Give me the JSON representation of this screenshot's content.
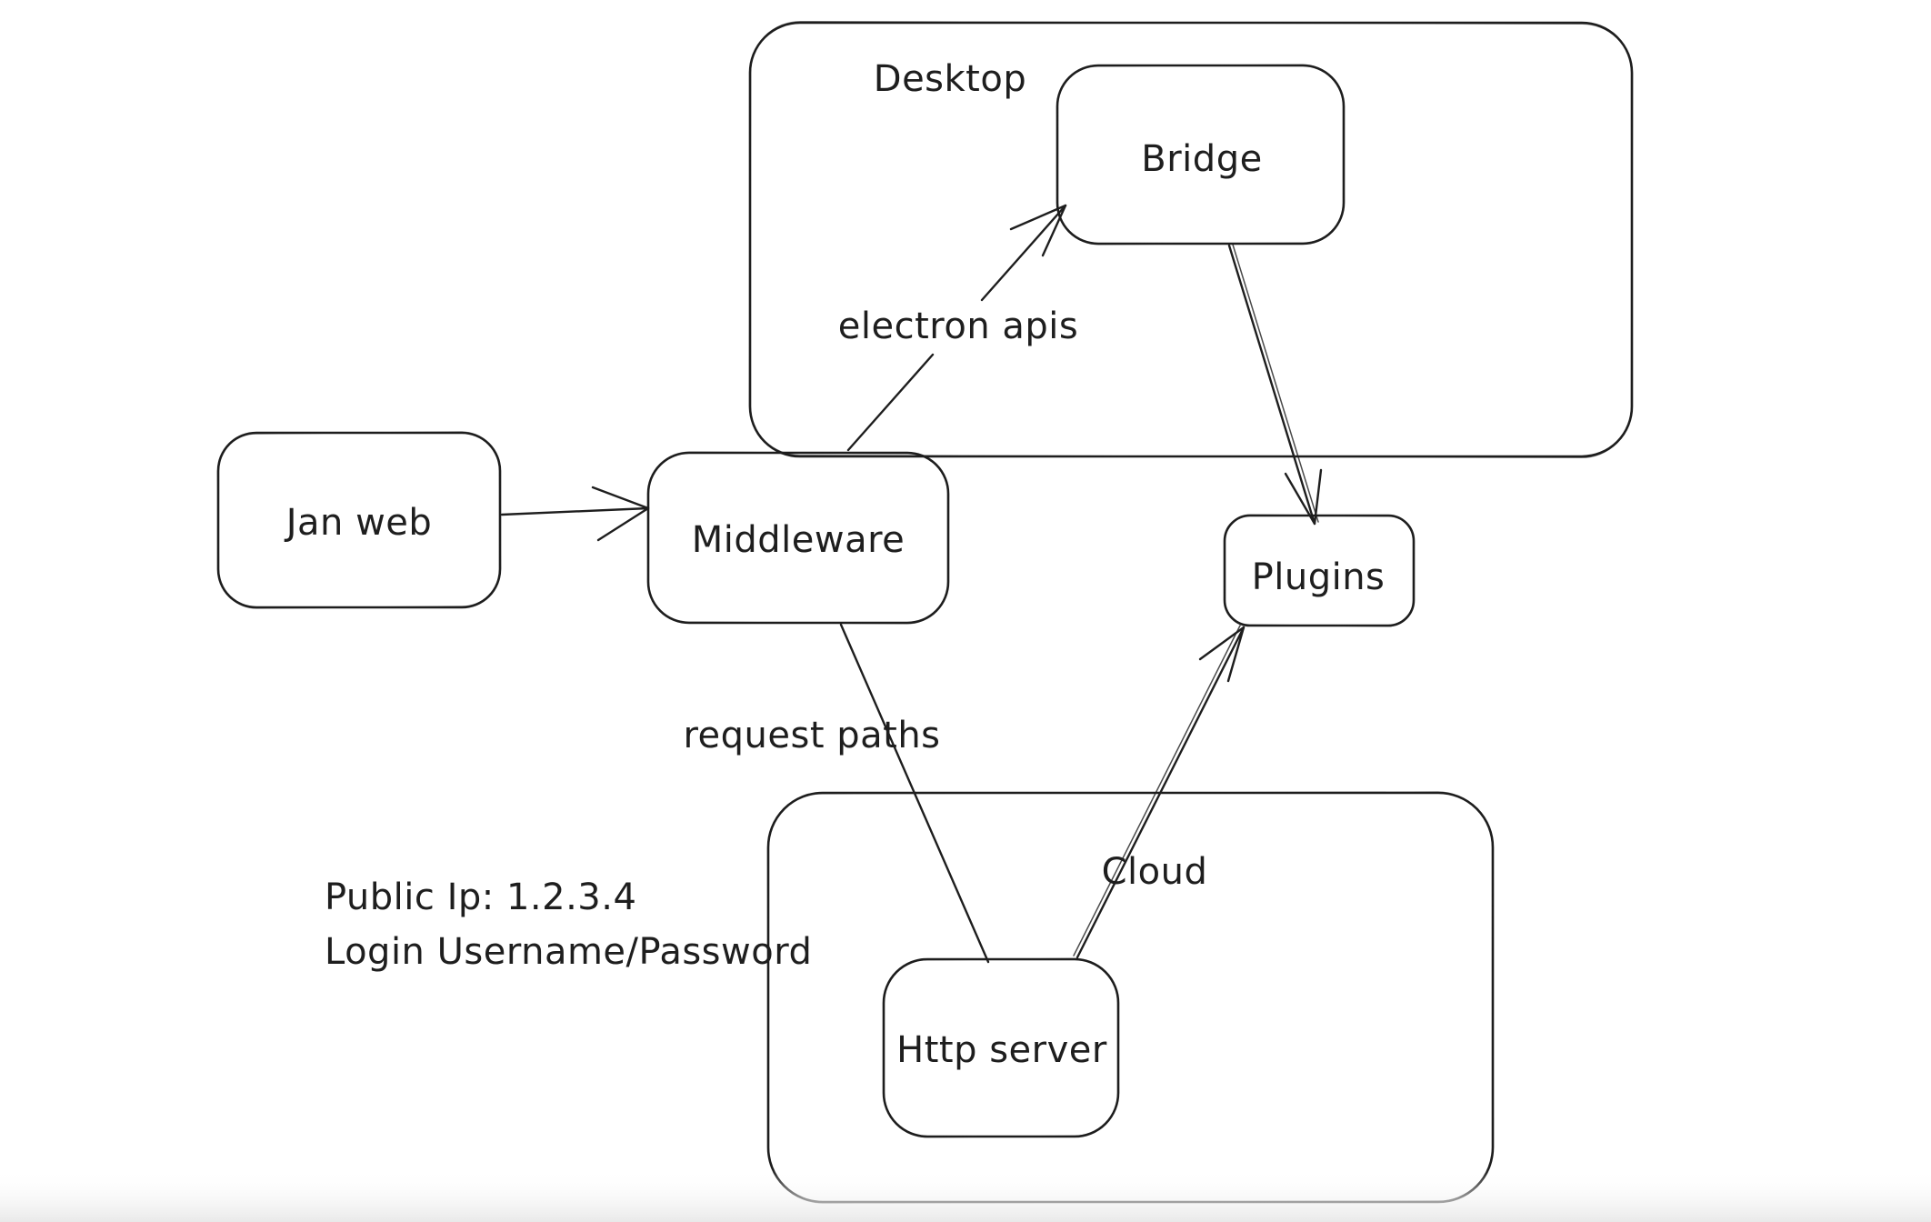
{
  "diagram": {
    "kind": "hand-drawn architecture flowchart",
    "background_color": "#ffffff",
    "stroke_color": "#1e1e1e",
    "containers": [
      {
        "id": "desktop",
        "label": "Desktop"
      },
      {
        "id": "cloud",
        "label": "Cloud"
      }
    ],
    "nodes": [
      {
        "id": "jan-web",
        "label": "Jan web"
      },
      {
        "id": "middleware",
        "label": "Middleware"
      },
      {
        "id": "bridge",
        "label": "Bridge"
      },
      {
        "id": "plugins",
        "label": "Plugins"
      },
      {
        "id": "http-server",
        "label": "Http server"
      }
    ],
    "edges": [
      {
        "id": "jan-web-to-middleware",
        "from": "Jan web",
        "to": "Middleware",
        "label": "",
        "arrowhead": "end"
      },
      {
        "id": "middleware-to-bridge",
        "from": "Middleware",
        "to": "Bridge",
        "label": "electron apis",
        "arrowhead": "end"
      },
      {
        "id": "bridge-to-plugins",
        "from": "Bridge",
        "to": "Plugins",
        "label": "",
        "arrowhead": "end"
      },
      {
        "id": "middleware-to-http-server",
        "from": "Middleware",
        "to": "Http server",
        "label": "request paths",
        "arrowhead": "none"
      },
      {
        "id": "http-server-to-plugins",
        "from": "Http server",
        "to": "Plugins",
        "label": "",
        "arrowhead": "end"
      }
    ],
    "note": {
      "line1": "Public Ip: 1.2.3.4",
      "line2": "Login Username/Password"
    }
  }
}
